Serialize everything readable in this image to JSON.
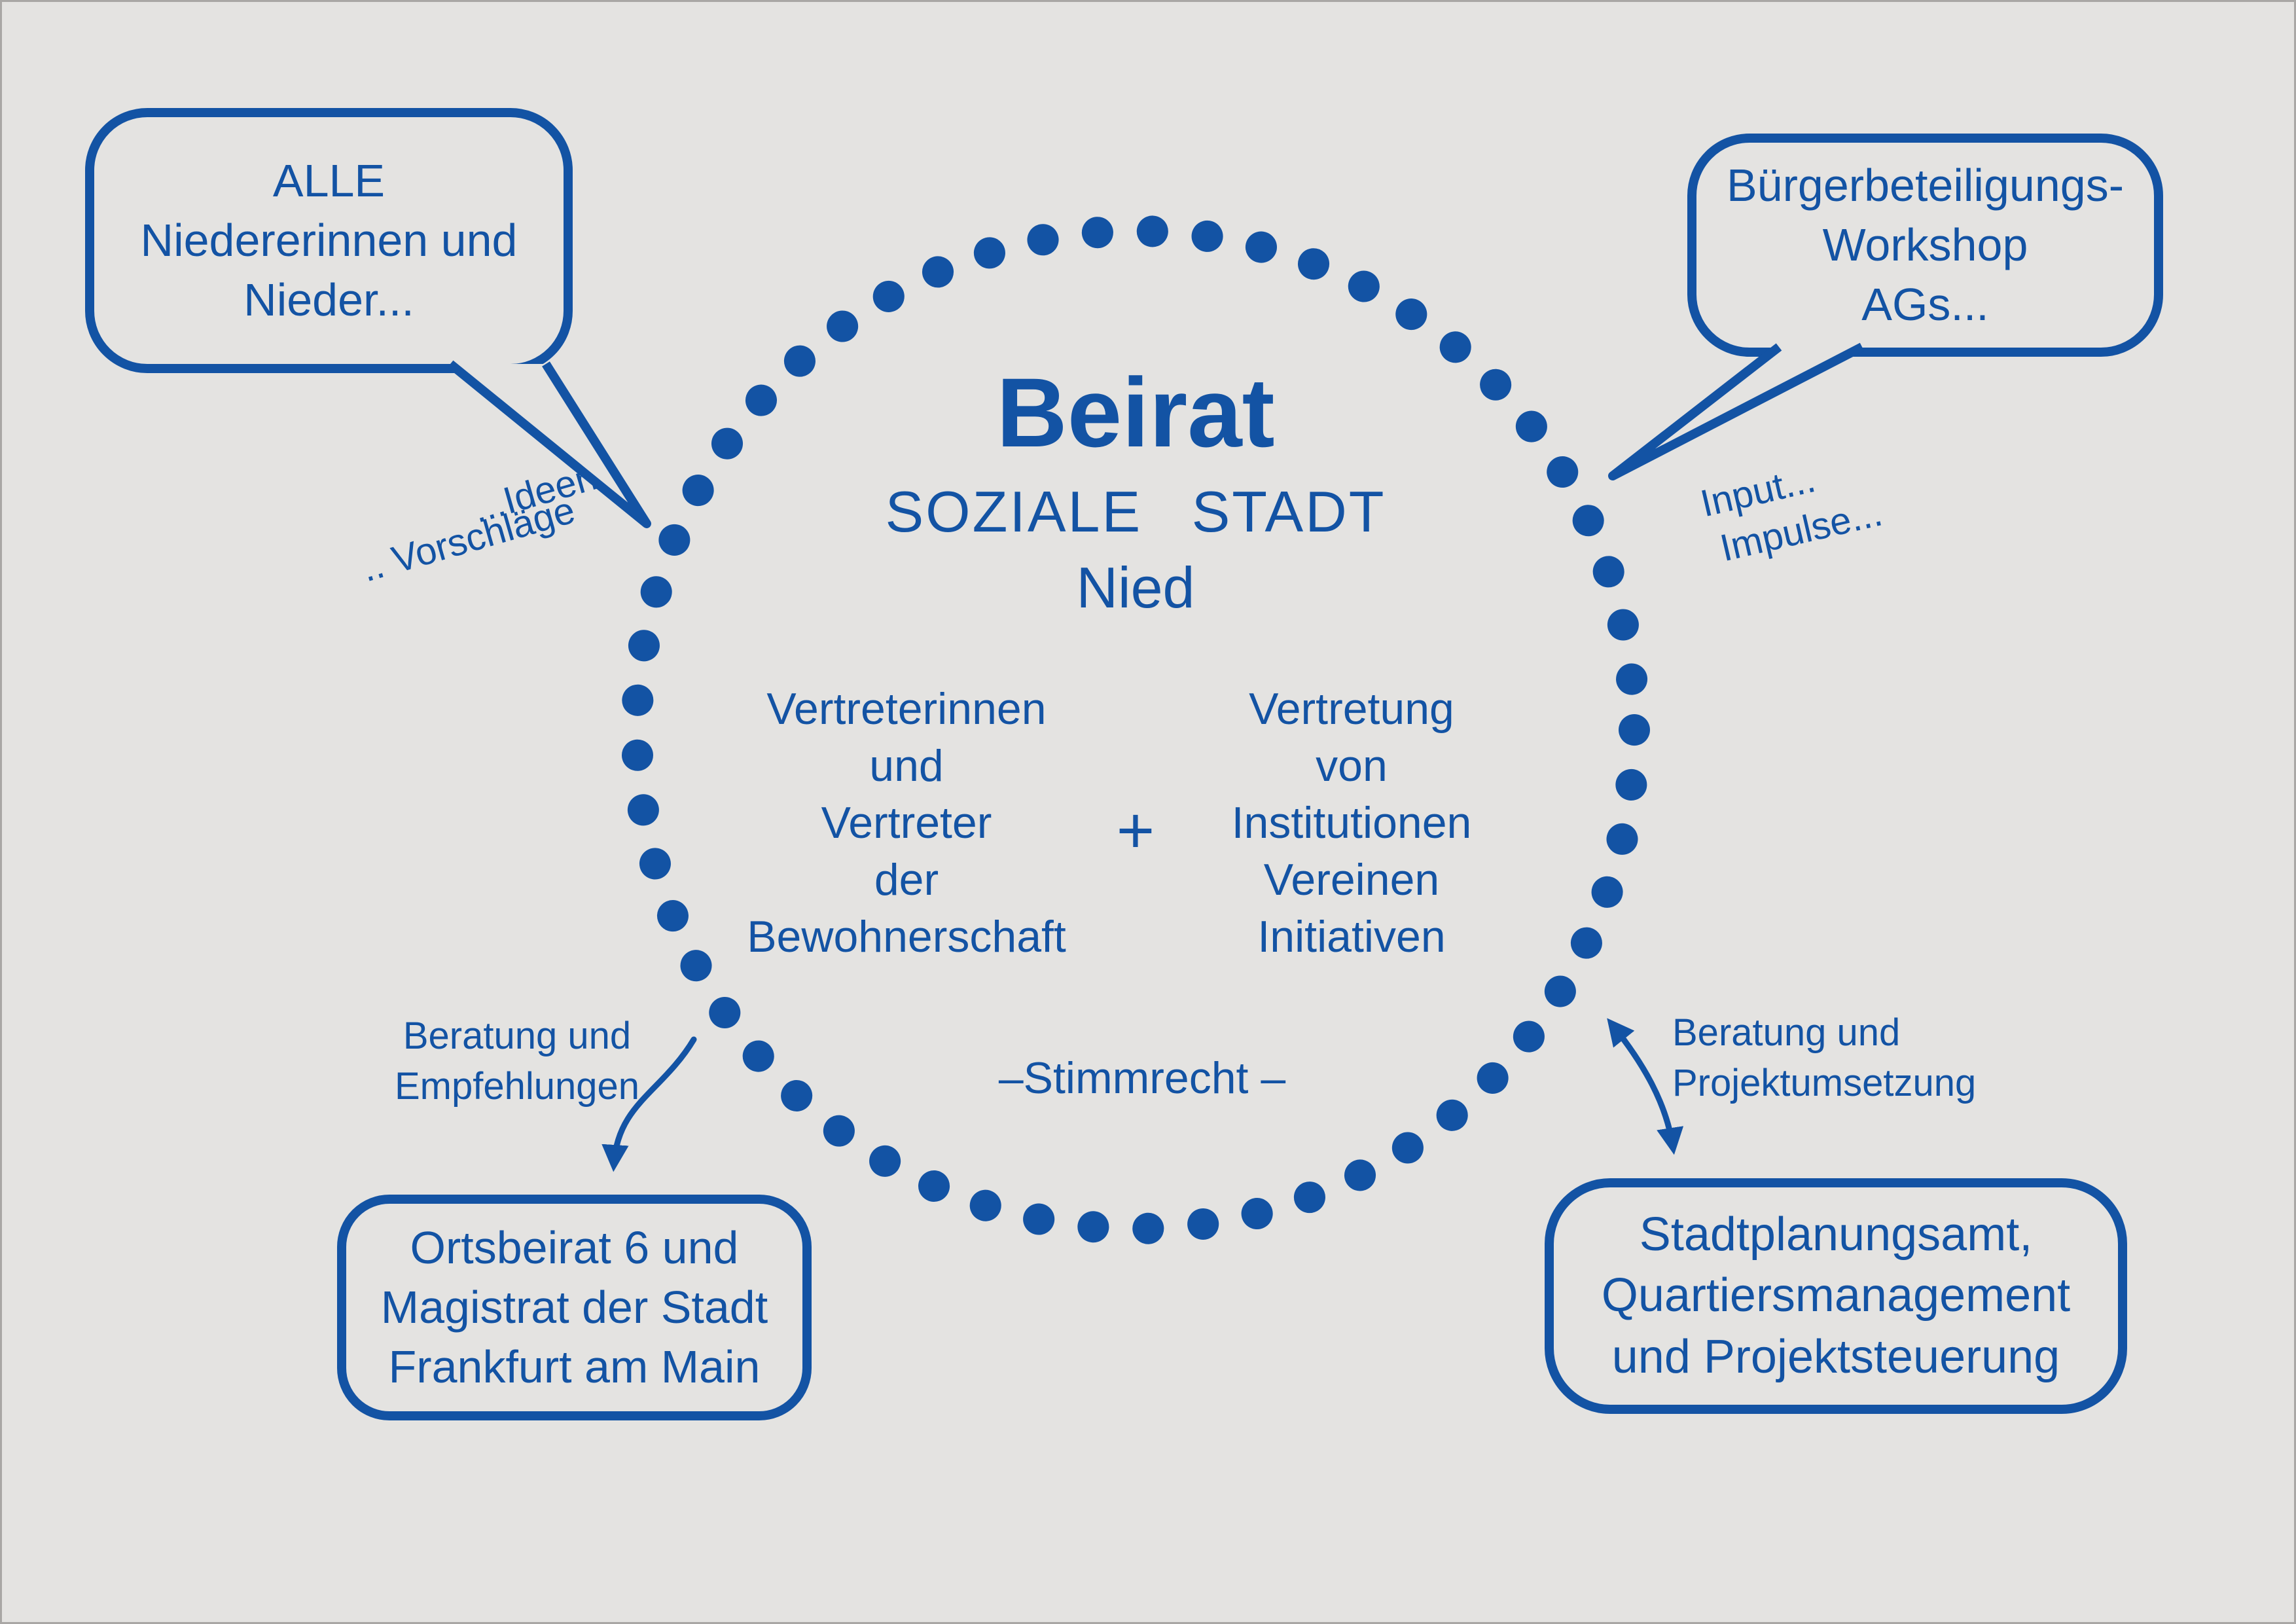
{
  "colors": {
    "accent": "#1353a4",
    "background": "#e4e3e1"
  },
  "bubbles": {
    "top_left": {
      "lines": [
        "ALLE",
        "Niedererinnen und",
        "Nieder..."
      ]
    },
    "top_right": {
      "lines": [
        "Bürgerbeteiligungs-",
        "Workshop",
        "AGs..."
      ]
    },
    "bottom_left": {
      "lines": [
        "Ortsbeirat 6 und",
        "Magistrat der Stadt",
        "Frankfurt am Main"
      ]
    },
    "bottom_right": {
      "lines": [
        "Stadtplanungsamt,",
        "Quartiersmanagement",
        "und Projektsteuerung"
      ]
    }
  },
  "circle": {
    "title": "Beirat",
    "subtitle": "SOZIALE STADT",
    "place": "Nied",
    "left_column": [
      "Vertreterinnen",
      "und",
      "Vertreter",
      "der",
      "Bewohnerschaft"
    ],
    "plus": "+",
    "right_column": [
      "Vertretung",
      "von",
      "Institutionen",
      "Vereinen",
      "Initiativen"
    ],
    "voting_note": "–Stimmrecht –"
  },
  "labels": {
    "ideen": "...Ideen",
    "vorschlaege": ".. Vorschläge",
    "input": "Input...",
    "impulse": "Impulse...",
    "beratung_empfehlungen": [
      "Beratung und",
      "Empfehlungen"
    ],
    "beratung_projektumsetzung": [
      "Beratung und",
      "Projektumsetzung"
    ]
  }
}
